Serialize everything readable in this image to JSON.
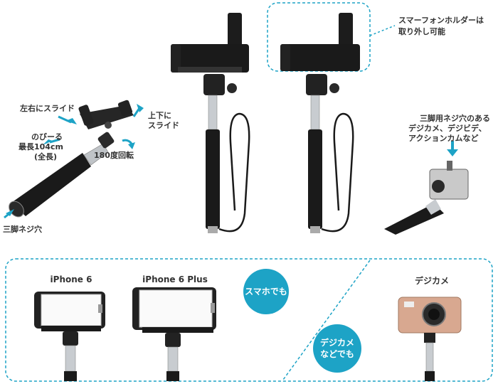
{
  "labels": {
    "slide_lr": "左右にスライド",
    "slide_ud_1": "上下に",
    "slide_ud_2": "スライド",
    "extend_1": "のびーる",
    "extend_2": "最長104cm",
    "extend_3": "(全長)",
    "rotate": "180度回転",
    "tripod_hole": "三脚ネジ穴",
    "holder_removable_1": "スマーフォンホルダーは",
    "holder_removable_2": "取り外し可能",
    "tripod_compat_1": "三脚用ネジ穴のある",
    "tripod_compat_2": "デジカメ、デジビデ、",
    "tripod_compat_3": "アクションカムなど"
  },
  "bottom": {
    "iphone6": "iPhone 6",
    "iphone6plus": "iPhone 6 Plus",
    "digicam": "デジカメ",
    "badge_smartphone": "スマホでも",
    "badge_digicam_1": "デジカメ",
    "badge_digicam_2": "などでも"
  },
  "colors": {
    "accent": "#1da3c6",
    "dashed_border": "#1da3c6",
    "camera": "#d8a890"
  }
}
